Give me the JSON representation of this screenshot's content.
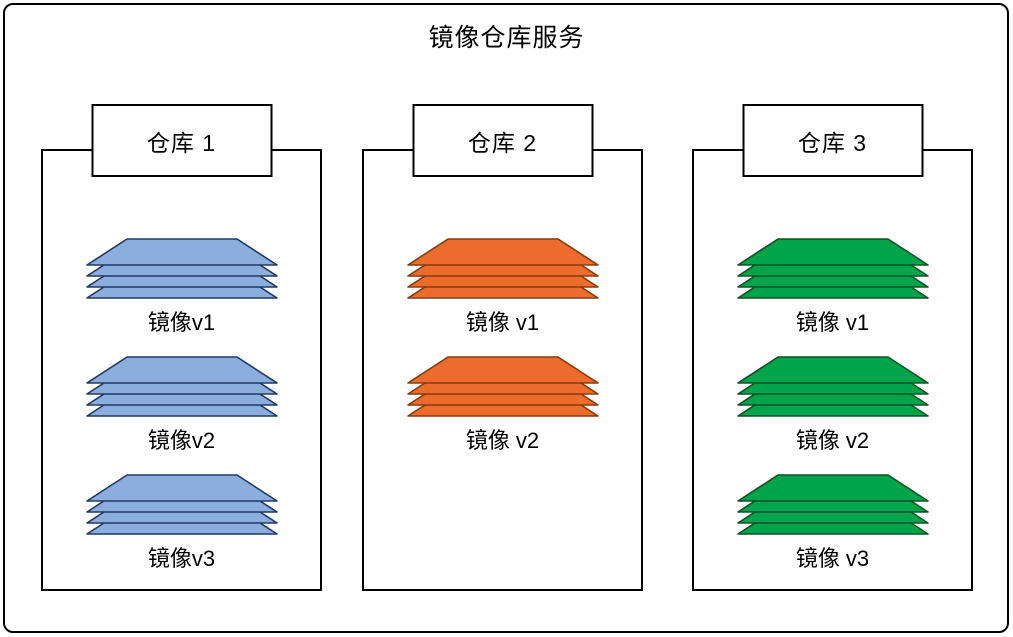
{
  "title": "镜像仓库服务",
  "colors": {
    "blue_fill": "#8BAEDD",
    "blue_stroke": "#1F3864",
    "orange_fill": "#EC6B2D",
    "orange_stroke": "#843C0C",
    "green_fill": "#00A44A",
    "green_stroke": "#0E5226",
    "frame": "#000000"
  },
  "repositories": [
    {
      "label": "仓库 1",
      "color": "blue",
      "images": [
        {
          "label": "镜像v1",
          "layers": 4
        },
        {
          "label": "镜像v2",
          "layers": 4
        },
        {
          "label": "镜像v3",
          "layers": 4
        }
      ]
    },
    {
      "label": "仓库 2",
      "color": "orange",
      "images": [
        {
          "label": "镜像 v1",
          "layers": 4
        },
        {
          "label": "镜像 v2",
          "layers": 4
        }
      ]
    },
    {
      "label": "仓库 3",
      "color": "green",
      "images": [
        {
          "label": "镜像 v1",
          "layers": 4
        },
        {
          "label": "镜像 v2",
          "layers": 4
        },
        {
          "label": "镜像 v3",
          "layers": 4
        }
      ]
    }
  ]
}
